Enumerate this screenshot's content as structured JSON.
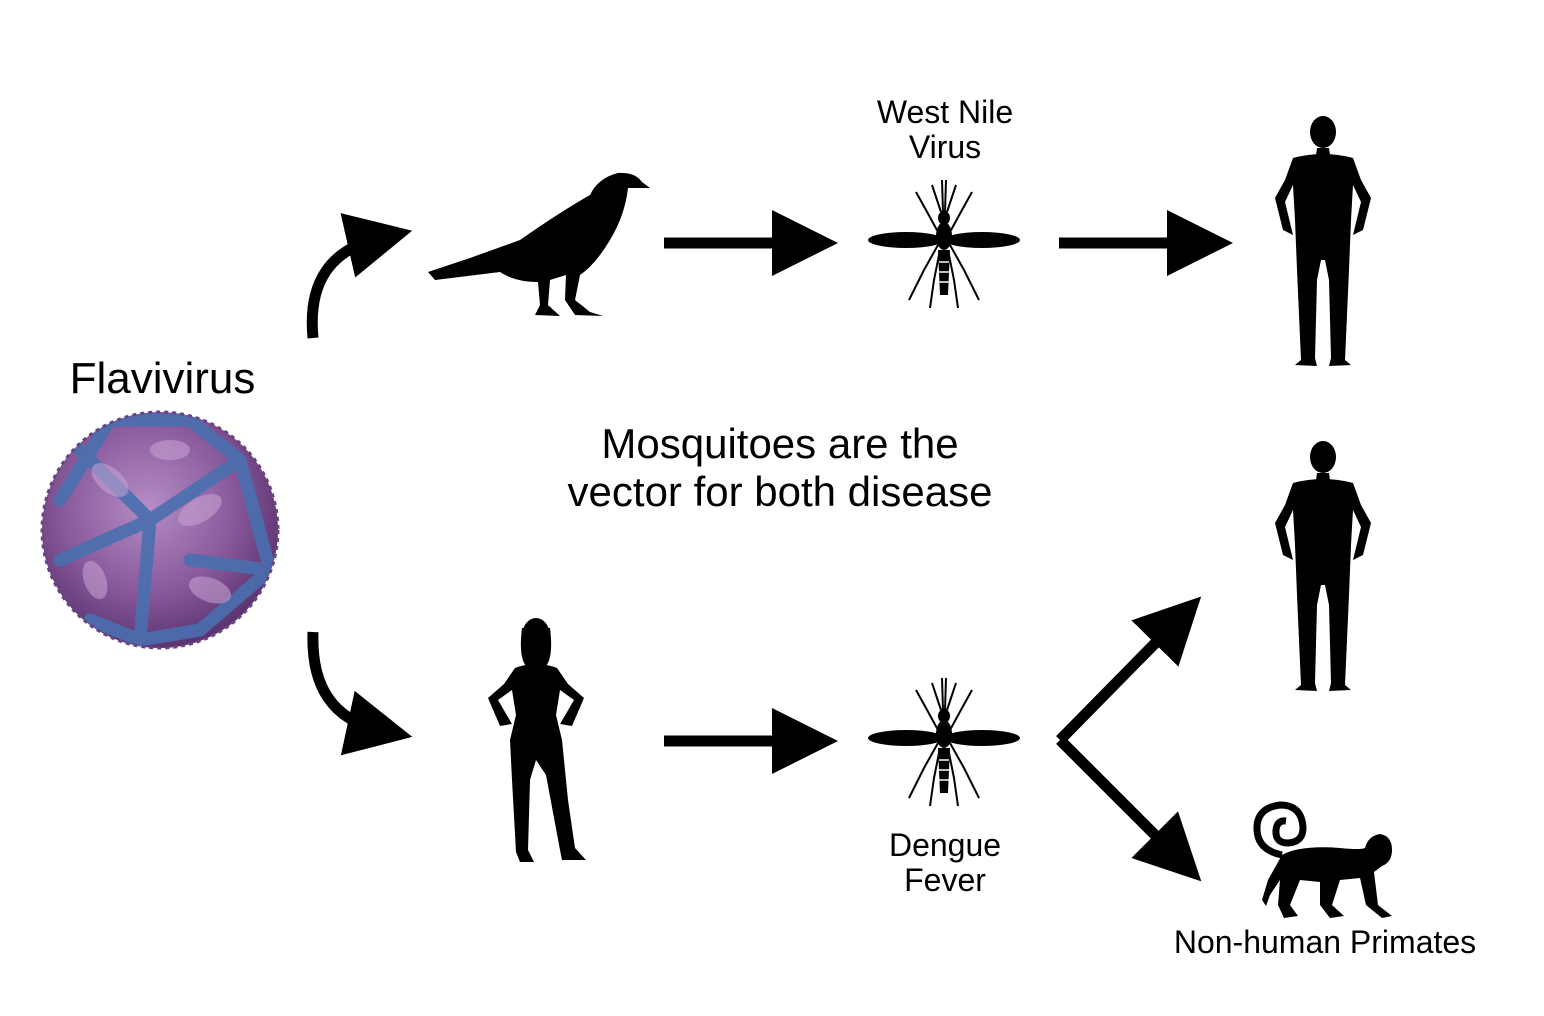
{
  "virus": {
    "label": "Flavivirus",
    "icon": "flavivirus-particle"
  },
  "center_text": {
    "line1": "Mosquitoes are the",
    "line2": "vector for both disease"
  },
  "west_nile": {
    "line1": "West Nile",
    "line2": "Virus"
  },
  "dengue": {
    "line1": "Dengue",
    "line2": "Fever"
  },
  "primates": {
    "label": "Non-human Primates"
  },
  "colors": {
    "ink": "#000000",
    "virus_purple": "#8a5a9c",
    "virus_blue": "#4a6fae"
  }
}
